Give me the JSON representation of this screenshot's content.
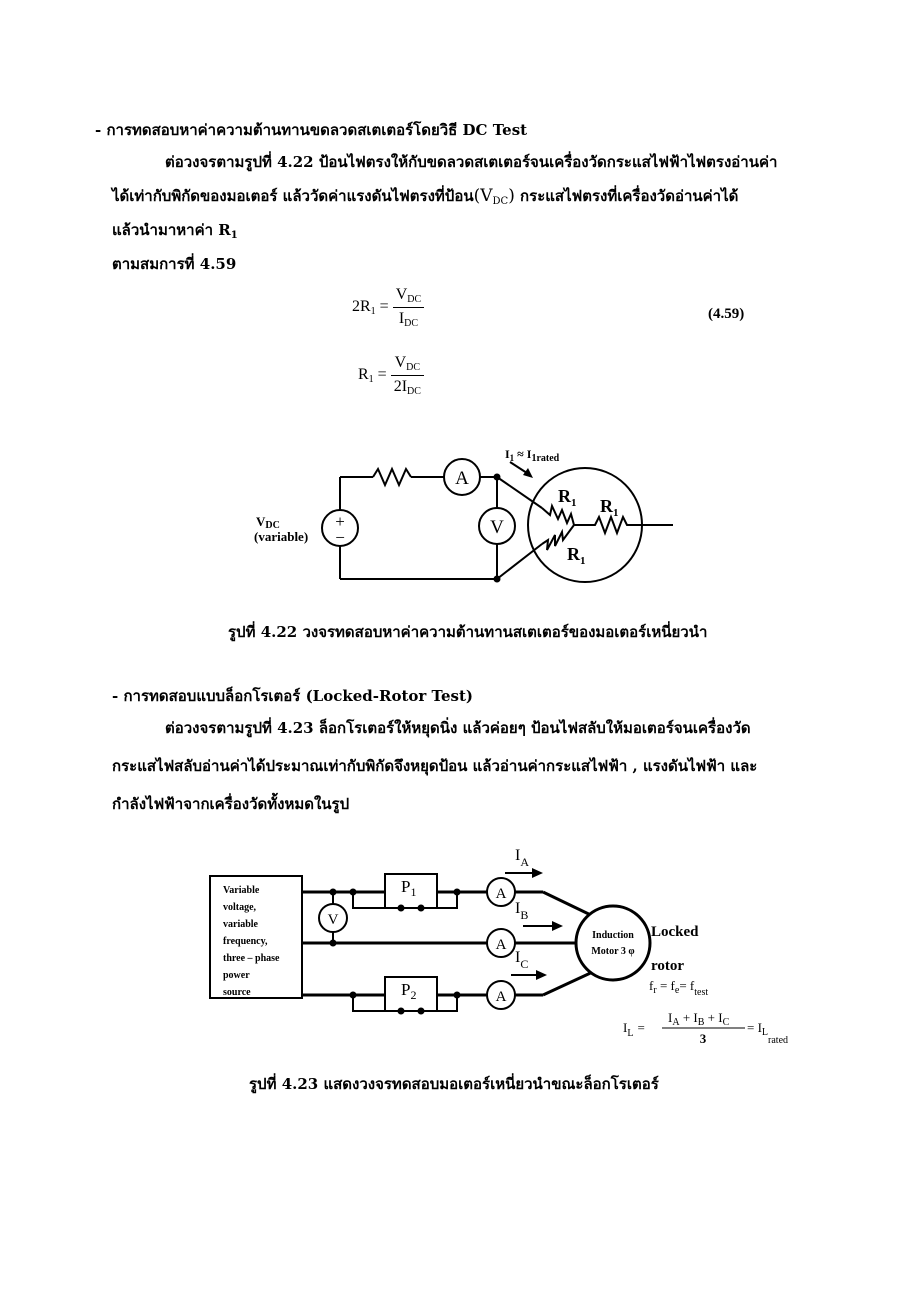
{
  "section1": {
    "heading": "- การทดสอบหาค่าความต้านทานขดลวดสเตเตอร์โดยวิธี DC Test",
    "para_line1": "ต่อวงจรตามรูปที่ 4.22  ป้อนไฟตรงให้กับขดลวดสเตเตอร์จนเครื่องวัดกระแสไฟฟ้าไฟตรงอ่านค่า",
    "para_line2_a": "ได้เท่ากับพิกัดของมอเตอร์  แล้ววัดค่าแรงดันไฟตรงที่ป้อน",
    "para_line2_vdc": "(V",
    "para_line2_vdc_sub": "DC",
    "para_line2_close": ")",
    "para_line2_b": "  กระแสไฟตรงที่เครื่องวัดอ่านค่าได้",
    "para_line3": "แล้วนำมาหาค่า  R",
    "para_line3_sub": "1",
    "para_line4": "ตามสมการที่ 4.59"
  },
  "equation1": {
    "lhs": "2R",
    "lhs_sub": "1",
    "eq": " = ",
    "num": "V",
    "num_sub": "DC",
    "den": "I",
    "den_sub": "DC",
    "number": "(4.59)"
  },
  "equation2": {
    "lhs": "R",
    "lhs_sub": "1",
    "eq": " = ",
    "num": "V",
    "num_sub": "DC",
    "den": "2I",
    "den_sub": "DC"
  },
  "figure1": {
    "current_label": "I",
    "current_sub1": "1",
    "approx": " ≈ I",
    "current_sub2": "1rated",
    "ammeter": "A",
    "voltmeter": "V",
    "r1a": "R",
    "r1a_sub": "1",
    "r1b": "R",
    "r1b_sub": "1",
    "r1c": "R",
    "r1c_sub": "1",
    "vdc": "V",
    "vdc_sub": "DC",
    "variable": "(variable)",
    "plus": "+",
    "minus": "−",
    "caption": "รูปที่ 4.22 วงจรทดสอบหาค่าความต้านทานสเตเตอร์ของมอเตอร์เหนี่ยวนำ"
  },
  "section2": {
    "heading": "- การทดสอบแบบล็อกโรเตอร์ (Locked-Rotor Test)",
    "para_line1": "ต่อวงจรตามรูปที่ 4.23 ล็อกโรเตอร์ให้หยุดนิ่ง แล้วค่อยๆ ป้อนไฟสลับให้มอเตอร์จนเครื่องวัด",
    "para_line2": "กระแสไฟสลับอ่านค่าได้ประมาณเท่ากับพิกัดจึงหยุดป้อน แล้วอ่านค่ากระแสไฟฟ้า ,  แรงดันไฟฟ้า และ",
    "para_line3": "กำลังไฟฟ้าจากเครื่องวัดทั้งหมดในรูป"
  },
  "figure2": {
    "source_lines": [
      "Variable",
      "voltage,",
      "variable",
      "frequency,",
      "three – phase",
      "power",
      "source"
    ],
    "p1": "P",
    "p1_sub": "1",
    "p2": "P",
    "p2_sub": "2",
    "voltmeter": "V",
    "ammeter": "A",
    "ia": "I",
    "ia_sub": "A",
    "ib": "I",
    "ib_sub": "B",
    "ic": "I",
    "ic_sub": "C",
    "motor_line1": "Induction",
    "motor_line2": "Motor 3 φ",
    "locked": "Locked",
    "rotor": "rotor",
    "freq_fr": "f",
    "freq_fr_sub": "r",
    "freq_eq1": " = f",
    "freq_fe_sub": "e",
    "freq_eq2": "= f",
    "freq_test_sub": "test",
    "il": "I",
    "il_sub": "L",
    "il_eq": "=",
    "il_num": "I",
    "il_num_a": "A",
    "il_num_plus1": " + I",
    "il_num_b": "B",
    "il_num_plus2": " + I",
    "il_num_c": "C",
    "il_den": "3",
    "il_eq2": "= I",
    "il_rated_sub": "L",
    "il_rated": "rated",
    "caption": "รูปที่ 4.23   แสดงวงจรทดสอบมอเตอร์เหนี่ยวนำขณะล็อกโรเตอร์"
  }
}
